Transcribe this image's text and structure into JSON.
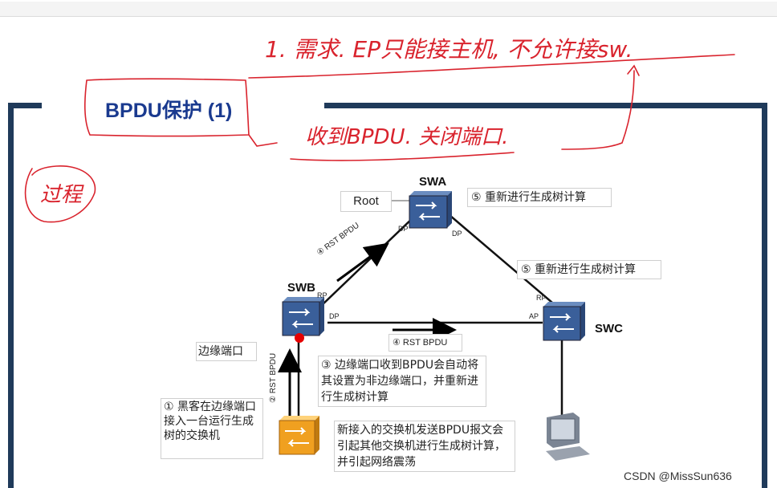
{
  "title": "BPDU保护 (1)",
  "handwriting": {
    "line1": "1. 需求. EP只能接主机, 不允许接sw.",
    "line2": "收到BPDU. 关闭端口.",
    "side_note": "过程"
  },
  "nodes": {
    "swa": "SWA",
    "swb": "SWB",
    "swc": "SWC"
  },
  "ports": {
    "swa_left": "DP",
    "swa_right": "DP",
    "swb_top": "RP",
    "swb_right": "DP",
    "swc_top": "RP",
    "swc_left": "AP"
  },
  "labels": {
    "root": "Root",
    "edge_port": "边缘端口",
    "recalc_swa": "⑤  重新进行生成树计算",
    "recalc_swc": "⑤  重新进行生成树计算",
    "rst_bpdu_4a": "④ RST BPDU",
    "rst_bpdu_4b": "④  RST BPDU",
    "rst_bpdu_2": "② RST BPDU",
    "step3": "③  边缘端口收到BPDU会自动将其设置为非边缘端口，并重新进行生成树计算",
    "step1": "①  黑客在边缘端口接入一台运行生成树的交换机",
    "new_switch": "新接入的交换机发送BPDU报文会引起其他交换机进行生成树计算，并引起网络震荡"
  },
  "icons": [
    "switch-icon",
    "computer-icon",
    "arrow-icon"
  ],
  "colors": {
    "title": "#1a3a8f",
    "frame": "#1f3a5a",
    "switch": "#3a5f9a",
    "rogue_switch": "#f0a020",
    "handwriting": "#d9232d",
    "alert_dot": "#e60000"
  },
  "watermark": "CSDN @MissSun636"
}
